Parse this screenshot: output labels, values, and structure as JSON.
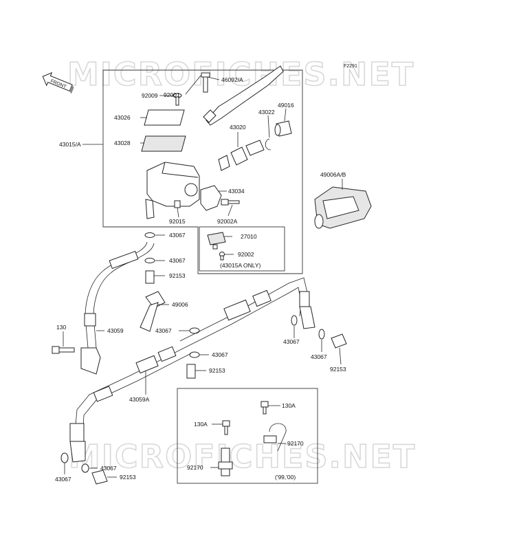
{
  "watermark": "MICROFICHES.NET",
  "figure_code": "F2291",
  "front_label": "FRONT",
  "labels": {
    "l_92001": "92001",
    "l_46092A": "46092/A",
    "l_92009": "92009",
    "l_43022": "43022",
    "l_49016": "49016",
    "l_43026": "43026",
    "l_43020": "43020",
    "l_43015A": "43015/A",
    "l_43028": "43028",
    "l_43034": "43034",
    "l_49006AB": "49006A/B",
    "l_92015": "92015",
    "l_92002A": "92002A",
    "l_27010": "27010",
    "l_92002": "92002",
    "l_43015A_only": "(43015A ONLY)",
    "l_43067_a": "43067",
    "l_43067_b": "43067",
    "l_92153_a": "92153",
    "l_49006": "49006",
    "l_130": "130",
    "l_43059": "43059",
    "l_43067_c": "43067",
    "l_43067_d": "43067",
    "l_43067_e": "43067",
    "l_43067_f": "43067",
    "l_92153_b": "92153",
    "l_92153_c": "92153",
    "l_43059A": "43059A",
    "l_130A_a": "130A",
    "l_130A_b": "130A",
    "l_92170_a": "92170",
    "l_92170_b": "92170",
    "l_years": "('99,'00)",
    "l_43067_g": "43067",
    "l_43067_h": "43067",
    "l_92153_d": "92153"
  }
}
